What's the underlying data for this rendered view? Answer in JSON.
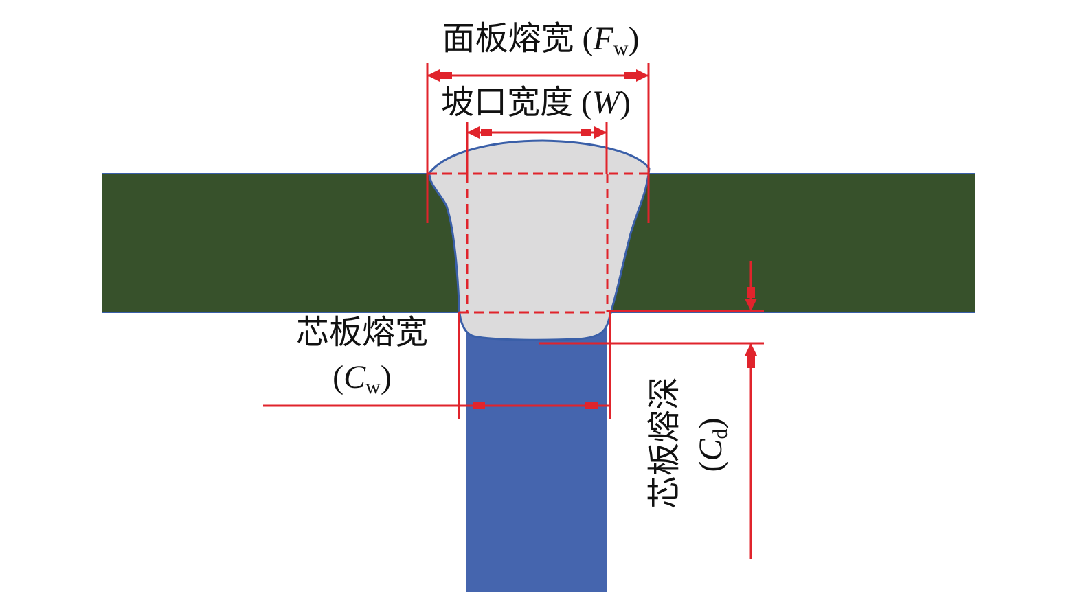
{
  "labels": {
    "face_width": {
      "text": "面板熔宽 (",
      "var": "F",
      "sub": "w",
      "close": ")"
    },
    "groove_width": {
      "text": "坡口宽度 (",
      "var": "W",
      "close": ")"
    },
    "core_width": {
      "line1": "芯板熔宽",
      "open": "(",
      "var": "C",
      "sub": "w",
      "close": ")"
    },
    "core_depth": {
      "line1": "芯板熔深",
      "open": "(",
      "var": "C",
      "sub": "d",
      "close": ")"
    }
  },
  "colors": {
    "face_plate": "#37512b",
    "core_plate": "#4565ae",
    "weld": "#dcdbdc",
    "dimension": "#e0242c",
    "outline": "#3a5fa8"
  }
}
